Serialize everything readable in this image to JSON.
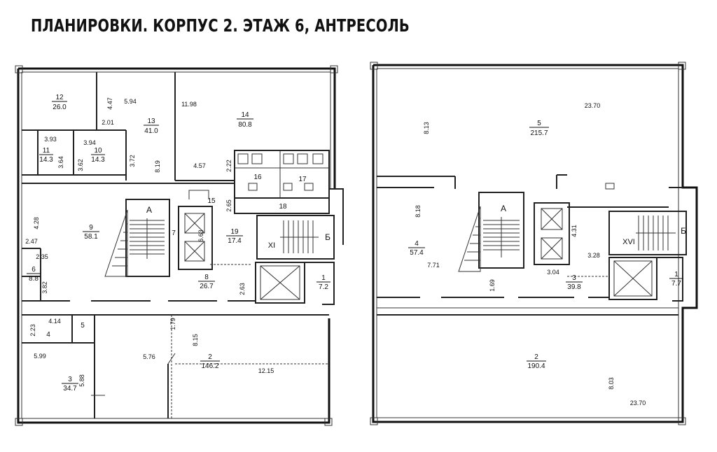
{
  "title": "ПЛАНИРОВКИ. КОРПУС 2. ЭТАЖ 6, АНТРЕСОЛЬ",
  "left_plan": {
    "rooms": [
      {
        "num": "12",
        "area": "26.0"
      },
      {
        "num": "13",
        "area": "41.0"
      },
      {
        "num": "14",
        "area": "80.8"
      },
      {
        "num": "11",
        "area": "14.3"
      },
      {
        "num": "10",
        "area": "14.3"
      },
      {
        "num": "9",
        "area": "58.1"
      },
      {
        "num": "6",
        "area": "8.8"
      },
      {
        "num": "19",
        "area": "17.4"
      },
      {
        "num": "8",
        "area": "26.7"
      },
      {
        "num": "1",
        "area": "7.2"
      },
      {
        "num": "3",
        "area": "34.7"
      },
      {
        "num": "2",
        "area": "146.2"
      }
    ],
    "labels": [
      "16",
      "17",
      "18",
      "15",
      "7",
      "5",
      "4",
      "А",
      "Б",
      "XI"
    ],
    "dims": [
      "4.47",
      "5.94",
      "11.98",
      "2.01",
      "3.93",
      "3.94",
      "3.64",
      "3.62",
      "3.72",
      "8.19",
      "4.57",
      "2.22",
      "2.65",
      "4.28",
      "2.47",
      "2.35",
      "3.82",
      "6.63",
      "2.63",
      "4.14",
      "2.23",
      "1.79",
      "8.15",
      "5.76",
      "12.15",
      "5.99",
      "5.88"
    ]
  },
  "right_plan": {
    "rooms": [
      {
        "num": "5",
        "area": "215.7"
      },
      {
        "num": "4",
        "area": "57.4"
      },
      {
        "num": "3",
        "area": "39.8"
      },
      {
        "num": "1",
        "area": "7.7"
      },
      {
        "num": "2",
        "area": "190.4"
      }
    ],
    "labels": [
      "А",
      "Б",
      "XVI"
    ],
    "dims": [
      "23.70",
      "8.13",
      "8.18",
      "4.31",
      "3.28",
      "7.71",
      "1.69",
      "3.04",
      "8.03",
      "23.70"
    ]
  }
}
